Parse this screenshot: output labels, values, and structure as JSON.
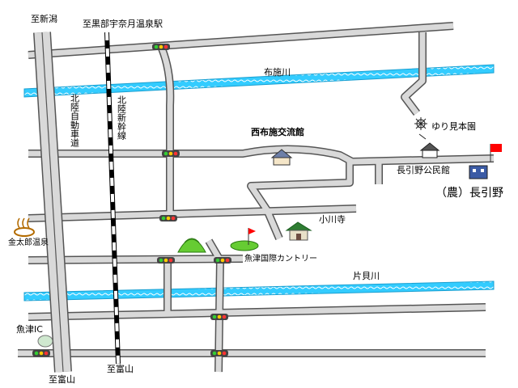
{
  "labels": {
    "top_niigata": "至新潟",
    "top_station": "至黒部宇奈月温泉駅",
    "river_fuse": "布施川",
    "hokuriku_expressway": "北陸自動車道",
    "hokuriku_shinkansen": "北陸新幹線",
    "nishifuse_center": "西布施交流館",
    "yuri_garden": "ゆり見本園",
    "nagahikino_hall": "長引野公民館",
    "nagahikino_farm": "（農）長引野",
    "ogawaji": "小川寺",
    "kintaro_onsen": "金太郎温泉",
    "uozu_country": "魚津国際カントリー",
    "river_katagai": "片貝川",
    "uozu_ic": "魚津IC",
    "bottom_toyama_left": "至富山",
    "bottom_toyama_right": "至富山"
  },
  "colors": {
    "road_fill": "#d9d9d9",
    "road_edge": "#555555",
    "river": "#33ccff",
    "rail_black": "#000000",
    "rail_white": "#ffffff",
    "flag_red": "#ff0000",
    "green_hill": "#66cc33"
  },
  "icons": [
    "traffic-signal-icon",
    "house-icon",
    "flower-icon",
    "flag-icon",
    "hot-spring-icon",
    "hill-icon",
    "golf-icon",
    "temple-icon",
    "building-icon"
  ]
}
